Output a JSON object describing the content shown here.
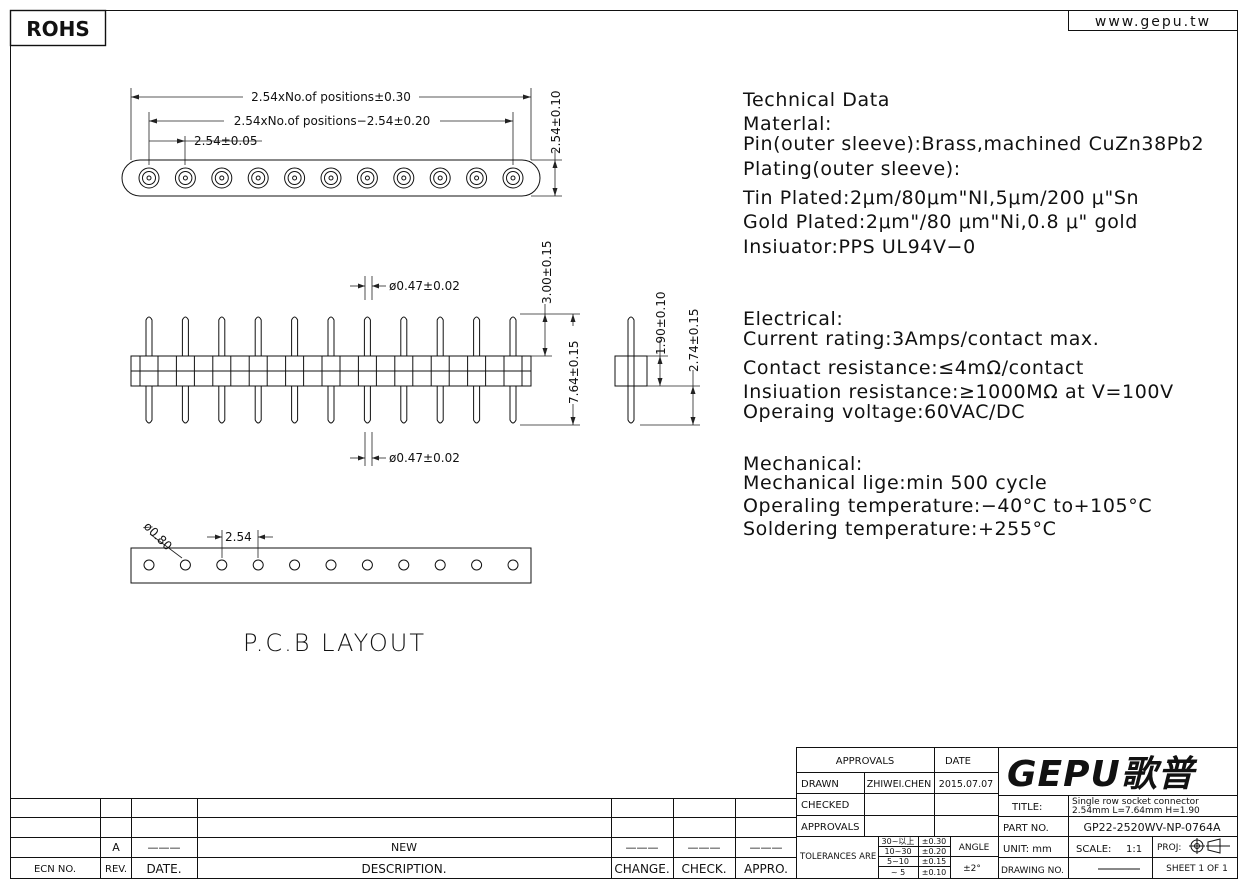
{
  "header": {
    "rohs": "ROHS",
    "website": "www.gepu.tw"
  },
  "top_view": {
    "dim_total": "2.54xNo.of positions±0.30",
    "dim_inner": "2.54xNo.of positions−2.54±0.20",
    "dim_pitch": "2.54±0.05",
    "dim_height": "2.54±0.10",
    "positions": 11
  },
  "front_view": {
    "dim_pin_top": "ø0.47±0.02",
    "dim_pin_bottom": "ø0.47±0.02",
    "dim_upper": "3.00±0.15",
    "dim_total": "7.64±0.15"
  },
  "side_view": {
    "dim_body": "1.90±0.10",
    "dim_tail": "2.74±0.15"
  },
  "pcb": {
    "dim_hole": "ø0.80",
    "dim_pitch": "2.54",
    "label": "P.C.B LAYOUT"
  },
  "technical": {
    "lines": [
      "Technical Data",
      "Materlal:",
      "Pin(outer sleeve):Brass,machined CuZn38Pb2",
      "Plating(outer sleeve):",
      "Tin Plated:2μm/80μm\"NI,5μm/200 μ\"Sn",
      "Gold Plated:2μm\"/80 μm\"Ni,0.8 μ\" gold",
      "Insiuator:PPS UL94V−0"
    ],
    "electrical": [
      "Electrical:",
      "Current rating:3Amps/contact max.",
      "Contact resistance:≤4mΩ/contact",
      "Insiuation resistance:≥1000MΩ at V=100V",
      "Operaing voltage:60VAC/DC"
    ],
    "mechanical": [
      "Mechanical:",
      "Mechanical lige:min 500 cycle",
      "Operaling temperature:−40°C  to+105°C",
      "Soldering temperature:+255°C"
    ]
  },
  "revision_table": {
    "row_values": [
      "",
      "A",
      "———",
      "NEW",
      "———",
      "———",
      "———"
    ],
    "headers": [
      "ECN NO.",
      "REV.",
      "DATE.",
      "DESCRIPTION.",
      "CHANGE.",
      "CHECK.",
      "APPRO."
    ]
  },
  "title_block": {
    "approvals": "APPROVALS",
    "date": "DATE",
    "drawn": "DRAWN",
    "drawn_by": "ZHIWEI.CHEN",
    "drawn_date": "2015.07.07",
    "checked": "CHECKED",
    "approvals2": "APPROVALS",
    "tolerances": "TOLERANCES ARE",
    "tol_ranges": [
      "30~以上",
      "10~30",
      "5~10",
      "~ 5"
    ],
    "tol_values": [
      "±0.30",
      "±0.20",
      "±0.15",
      "±0.10"
    ],
    "angle": "ANGLE",
    "angle_value": "±2°",
    "logo": "GEPU歌普",
    "title_label": "TITLE:",
    "title_line1": "Single row socket connector",
    "title_line2": "2.54mm  L=7.64mm  H=1.90",
    "part_label": "PART NO.",
    "part_no": "GP22-2520WV-NP-0764A",
    "unit": "UNIT: mm",
    "scale_label": "SCALE:",
    "scale": "1:1",
    "proj": "PROJ:",
    "drawing_no": "DRAWING NO.",
    "sheet": "SHEET  1 OF 1"
  }
}
